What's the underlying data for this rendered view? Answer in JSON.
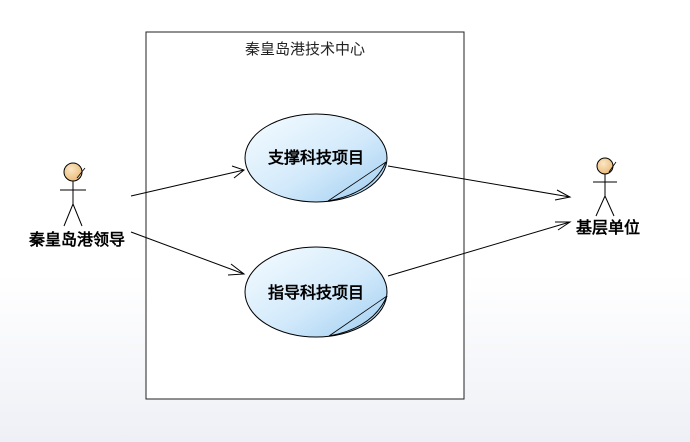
{
  "diagram": {
    "boundary": {
      "title": "秦皇岛港技术中心"
    },
    "use_cases": [
      {
        "label": "支撑科技项目"
      },
      {
        "label": "指导科技项目"
      }
    ],
    "actors": [
      {
        "label": "秦皇岛港领导"
      },
      {
        "label": "基层单位"
      }
    ],
    "colors": {
      "actor_head": "#f2cc93",
      "usecase_fill_light": "#f4fbff",
      "usecase_fill_dark": "#a9d3f2",
      "stroke": "#000000"
    }
  }
}
